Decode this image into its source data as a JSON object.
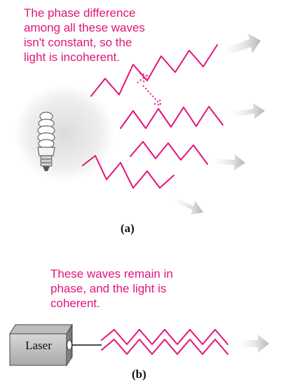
{
  "part_a": {
    "annotation": "The phase difference\namong all these waves\nisn't constant, so the\nlight is incoherent.",
    "label": "(a)"
  },
  "part_b": {
    "annotation": "These waves remain in\nphase, and the light is\ncoherent.",
    "label": "(b)",
    "device_label": "Laser"
  },
  "colors": {
    "wave": "#e6127a",
    "arrow": "#b8b8b8",
    "text_annotation": "#e0147a"
  }
}
